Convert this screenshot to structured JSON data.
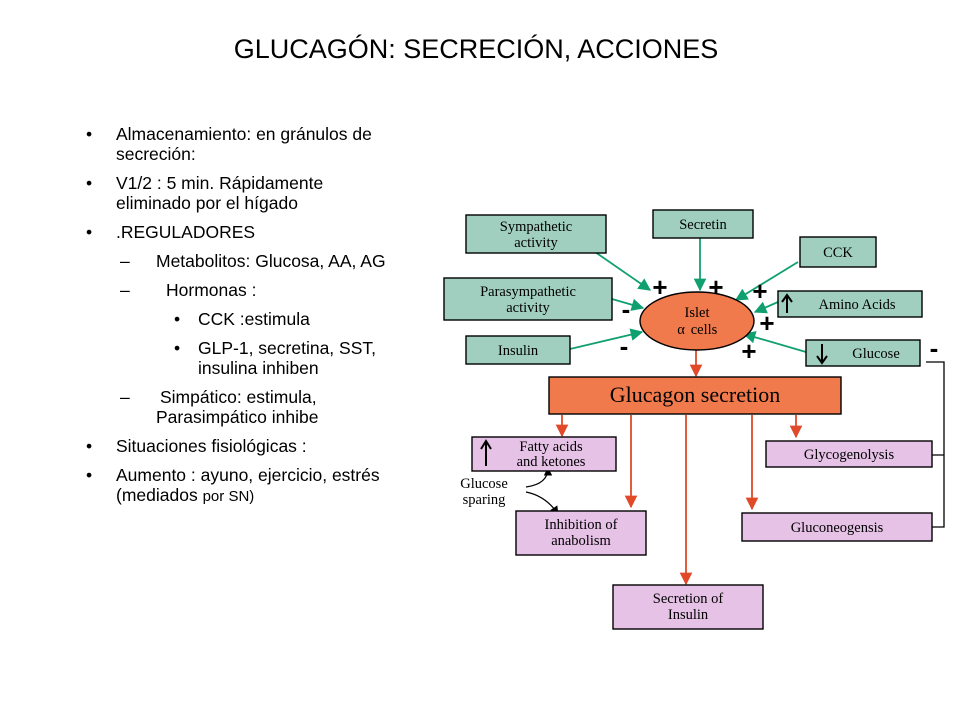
{
  "slide": {
    "title": "GLUCAGÓN: SECRECIÓN, ACCIONES",
    "bullets": {
      "b1": "Almacenamiento: en gránulos de secreción:",
      "b2": "V1/2 : 5 min. Rápidamente eliminado por el hígado",
      "b3": ".REGULADORES",
      "b3_1": "Metabolitos: Glucosa, AA, AG",
      "b3_2": "Hormonas :",
      "b3_2_1": "CCK :estimula",
      "b3_2_2": "GLP-1, secretina, SST, insulina inhiben",
      "b3_3": "Simpático: estimula, Parasimpático inhibe",
      "b4": "Situaciones fisiológicas :",
      "b5_main": "Aumento : ayuno, ejercicio, estrés (mediados",
      "b5_small": "por SN)",
      "markers": {
        "dot": "•",
        "dash": "–"
      }
    }
  },
  "diagram": {
    "colors": {
      "green_fill": "#a0cfc0",
      "pink_fill": "#e6c2e6",
      "orange_fill": "#f07a4c",
      "green_arrow": "#10a070",
      "red_arrow": "#e04a28"
    },
    "boxes": {
      "sympathetic_l1": "Sympathetic",
      "sympathetic_l2": "activity",
      "secretin": "Secretin",
      "cck": "CCK",
      "parasym_l1": "Parasympathetic",
      "parasym_l2": "activity",
      "insulin": "Insulin",
      "amino_acids": "Amino Acids",
      "glucose": "Glucose",
      "islet_l1": "Islet",
      "islet_alpha": "α",
      "islet_l2": "cells",
      "glucagon_secretion": "Glucagon secretion",
      "fatty_l1": "Fatty acids",
      "fatty_l2": "and ketones",
      "glycogenolysis": "Glycogenolysis",
      "glucose_sparing_l1": "Glucose",
      "glucose_sparing_l2": "sparing",
      "inhibition_l1": "Inhibition of",
      "inhibition_l2": "anabolism",
      "gluconeogenesis": "Gluconeogensis",
      "secretion_l1": "Secretion of",
      "secretion_l2": "Insulin"
    },
    "signs": {
      "plus_sympathetic": "+",
      "plus_secretin": "+",
      "plus_cck": "+",
      "plus_amino": "+",
      "plus_glucose": "+",
      "minus_parasym": "-",
      "minus_insulin": "-",
      "minus_feedback": "-"
    },
    "icons": {
      "amino_arrow": "up-arrow-icon",
      "glucose_arrow": "down-arrow-icon",
      "fatty_arrow": "up-arrow-icon"
    }
  }
}
